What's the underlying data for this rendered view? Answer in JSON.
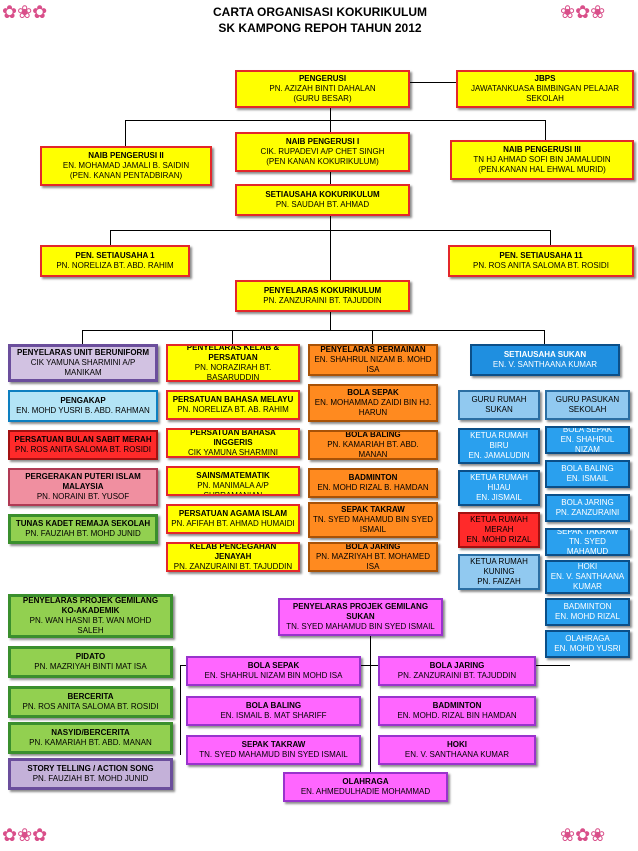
{
  "title": {
    "line1": "CARTA ORGANISASI KOKURIKULUM",
    "line2": "SK KAMPONG REPOH TAHUN 2012"
  },
  "top": {
    "pengerusi": {
      "title": "PENGERUSI",
      "l1": "PN. AZIZAH BINTI DAHALAN",
      "l2": "(GURU BESAR)"
    },
    "jbps": {
      "title": "JBPS",
      "l1": "JAWATANKUASA BIMBINGAN PELAJAR",
      "l2": "SEKOLAH"
    },
    "naib1": {
      "title": "NAIB PENGERUSI I",
      "l1": "CIK. RUPADEVI A/P CHET SINGH",
      "l2": "(PEN KANAN KOKURIKULUM)"
    },
    "naib2": {
      "title": "NAIB PENGERUSI II",
      "l1": "EN. MOHAMAD JAMALI B. SAIDIN",
      "l2": "(PEN. KANAN PENTADBIRAN)"
    },
    "naib3": {
      "title": "NAIB PENGERUSI  III",
      "l1": "TN HJ AHMAD SOFI BIN JAMALUDIN",
      "l2": "(PEN.KANAN  HAL EHWAL MURID)"
    },
    "setiausaha": {
      "title": "SETIAUSAHA KOKURIKULUM",
      "l1": "PN. SAUDAH BT. AHMAD"
    },
    "pen_setiausaha1": {
      "title": "PEN. SETIAUSAHA 1",
      "l1": "PN. NORELIZA BT. ABD. RAHIM"
    },
    "pen_setiausaha2": {
      "title": "PEN. SETIAUSAHA 11",
      "l1": "PN. ROS ANITA SALOMA BT. ROSIDI"
    },
    "penyelaras": {
      "title": "PENYELARAS KOKURIKULUM",
      "l1": "PN. ZANZURAINI BT. TAJUDDIN"
    }
  },
  "unit_beruniform": {
    "head": {
      "title": "PENYELARAS UNIT BERUNIFORM",
      "l1": "CIK YAMUNA SHARMINI A/P",
      "l2": "MANIKAM"
    },
    "items": [
      {
        "title": "PENGAKAP",
        "l1": "EN. MOHD YUSRI B. ABD. RAHMAN"
      },
      {
        "title": "PERSATUAN BULAN SABIT MERAH",
        "l1": "PN. ROS ANITA SALOMA BT. ROSIDI"
      },
      {
        "title": "PERGERAKAN PUTERI ISLAM",
        "l1": "MALAYSIA",
        "l2": "PN. NORAINI BT. YUSOF"
      },
      {
        "title": "TUNAS KADET REMAJA SEKOLAH",
        "l1": "PN. FAUZIAH BT. MOHD JUNID"
      }
    ]
  },
  "kelab": {
    "head": {
      "title": "PENYELARAS KELAB &",
      "l1": "PERSATUAN",
      "l2": "PN. NORAZIRAH BT. BASARUDDIN"
    },
    "items": [
      {
        "title": "PERSATUAN BAHASA MELAYU",
        "l1": "PN. NORELIZA BT. AB. RAHIM"
      },
      {
        "title": "PERSATUAN BAHASA INGGERIS",
        "l1": "CIK YAMUNA SHARMINI"
      },
      {
        "title": "PERSATUAN SAINS/MATEMATIK",
        "l1": "PN. MANIMALA A/P SUBRAMANIAN"
      },
      {
        "title": "PERSATUAN AGAMA ISLAM",
        "l1": "PN. AFIFAH BT. AHMAD HUMAIDI"
      },
      {
        "title": "KELAB PENCEGAHAN JENAYAH",
        "l1": "PN. ZANZURAINI BT. TAJUDDIN"
      }
    ]
  },
  "permainan": {
    "head": {
      "title": "PENYELARAS PERMAINAN",
      "l1": "EN. SHAHRUL NIZAM B. MOHD ISA"
    },
    "items": [
      {
        "title": "BOLA SEPAK",
        "l1": "EN. MOHAMMAD ZAIDI BIN HJ.",
        "l2": "HARUN"
      },
      {
        "title": "BOLA BALING",
        "l1": "PN. KAMARIAH BT. ABD. MANAN"
      },
      {
        "title": "BADMINTON",
        "l1": "EN. MOHD RIZAL B. HAMDAN"
      },
      {
        "title": "SEPAK TAKRAW",
        "l1": "TN. SYED MAHAMUD BIN SYED",
        "l2": "ISMAIL"
      },
      {
        "title": "BOLA JARING",
        "l1": "PN. MAZRIYAH BT. MOHAMED ISA"
      }
    ]
  },
  "sukan": {
    "head": {
      "title": "SETIAUSAHA SUKAN",
      "l1": "EN. V. SANTHAANA KUMAR"
    },
    "rumah": [
      {
        "title": "GURU RUMAH",
        "l1": "SUKAN"
      },
      {
        "title": "KETUA RUMAH",
        "l1": "BIRU",
        "l2": "EN. JAMALUDIN"
      },
      {
        "title": "KETUA RUMAH",
        "l1": "HIJAU",
        "l2": "EN. JISMAIL"
      },
      {
        "title": "KETUA RUMAH",
        "l1": "MERAH",
        "l2": "EN. MOHD RIZAL"
      },
      {
        "title": "KETUA RUMAH",
        "l1": "KUNING",
        "l2": "PN. FAIZAH"
      }
    ],
    "pasukan": [
      {
        "title": "GURU PASUKAN",
        "l1": "SEKOLAH"
      },
      {
        "title": "BOLA SEPAK",
        "l1": "EN. SHAHRUL NIZAM"
      },
      {
        "title": "BOLA BALING",
        "l1": "EN. ISMAIL"
      },
      {
        "title": "BOLA JARING",
        "l1": "PN. ZANZURAINI"
      },
      {
        "title": "SEPAK TAKRAW",
        "l1": "TN. SYED MAHAMUD"
      },
      {
        "title": "HOKI",
        "l1": "EN. V. SANTHAANA",
        "l2": "KUMAR"
      },
      {
        "title": "BADMINTON",
        "l1": "EN. MOHD RIZAL"
      },
      {
        "title": "OLAHRAGA",
        "l1": "EN. MOHD YUSRI"
      }
    ]
  },
  "akademik": {
    "head": {
      "title": "PENYELARAS PROJEK GEMILANG",
      "l1": "KO-AKADEMIK",
      "l2": "PN. WAN HASNI BT. WAN MOHD",
      "l3": "SALEH"
    },
    "items": [
      {
        "title": "PIDATO",
        "l1": "PN. MAZRIYAH BINTI MAT ISA"
      },
      {
        "title": "BERCERITA",
        "l1": "PN. ROS ANITA SALOMA BT. ROSIDI"
      },
      {
        "title": "NASYID/BERCERITA",
        "l1": "PN. KAMARIAH BT. ABD. MANAN"
      },
      {
        "title": "STORY TELLING / ACTION SONG",
        "l1": "PN. FAUZIAH BT. MOHD JUNID"
      }
    ]
  },
  "gemilang_sukan": {
    "head": {
      "title": "PENYELARAS PROJEK GEMILANG",
      "l1": "SUKAN",
      "l2": "TN. SYED MAHAMUD BIN SYED ISMAIL"
    },
    "left": [
      {
        "title": "BOLA SEPAK",
        "l1": "EN. SHAHRUL NIZAM BIN MOHD ISA"
      },
      {
        "title": "BOLA BALING",
        "l1": "EN. ISMAIL B. MAT SHARIFF"
      },
      {
        "title": "SEPAK TAKRAW",
        "l1": "TN. SYED MAHAMUD BIN SYED ISMAIL"
      }
    ],
    "right": [
      {
        "title": "BOLA JARING",
        "l1": "PN. ZANZURAINI BT. TAJUDDIN"
      },
      {
        "title": "BADMINTON",
        "l1": "EN. MOHD. RIZAL BIN HAMDAN"
      },
      {
        "title": "HOKI",
        "l1": "EN. V. SANTHAANA KUMAR"
      }
    ],
    "bottom": {
      "title": "OLAHRAGA",
      "l1": "EN. AHMEDULHADIE MOHAMMAD"
    }
  }
}
